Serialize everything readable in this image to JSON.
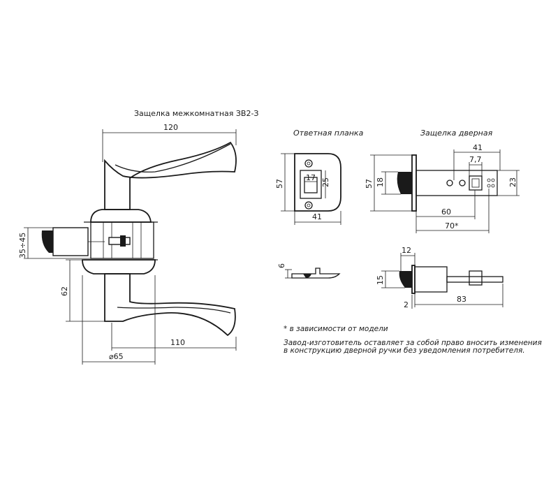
{
  "titles": {
    "main": "Защелка межкомнатная ЗВ2-З",
    "strike": "Ответная планка",
    "latch": "Защелка дверная"
  },
  "dims": {
    "handle_length_top": "120",
    "spindle_range": "35÷45",
    "rosette_offset": "62",
    "handle_length_bottom": "110",
    "rosette_diameter": "⌀65",
    "strike_height": "57",
    "strike_window_w": "17",
    "strike_window_h": "25",
    "strike_width": "41",
    "latch_height": "57",
    "latch_bolt_h": "18",
    "latch_41": "41",
    "latch_7_7": "7,7",
    "latch_body_h": "23",
    "latch_60": "60",
    "latch_70": "70*",
    "strike_thickness": "6",
    "side_12": "12",
    "side_15": "15",
    "side_2": "2",
    "side_83": "83"
  },
  "notes": {
    "asterisk": "* в зависимости от модели",
    "line1": "Завод-изготовитель оставляет за собой право вносить изменения",
    "line2": "в конструкцию дверной ручки без уведомления потребителя."
  }
}
